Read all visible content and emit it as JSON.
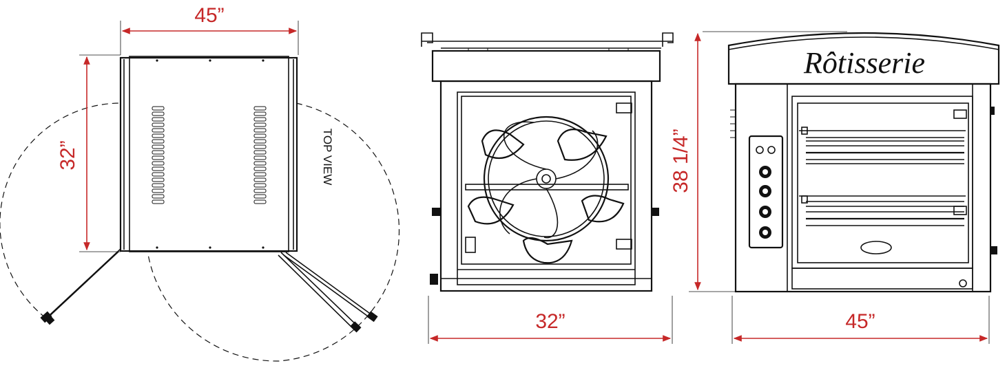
{
  "top_view": {
    "label": "TOP VIEW",
    "width_dim": "45”",
    "depth_dim": "32”"
  },
  "side_view": {
    "width_dim": "32”"
  },
  "front_view": {
    "height_dim": "38 1/4”",
    "width_dim": "45”",
    "brand_text": "Rôtisserie"
  },
  "colors": {
    "dimension": "#c62828",
    "line": "#111111"
  }
}
